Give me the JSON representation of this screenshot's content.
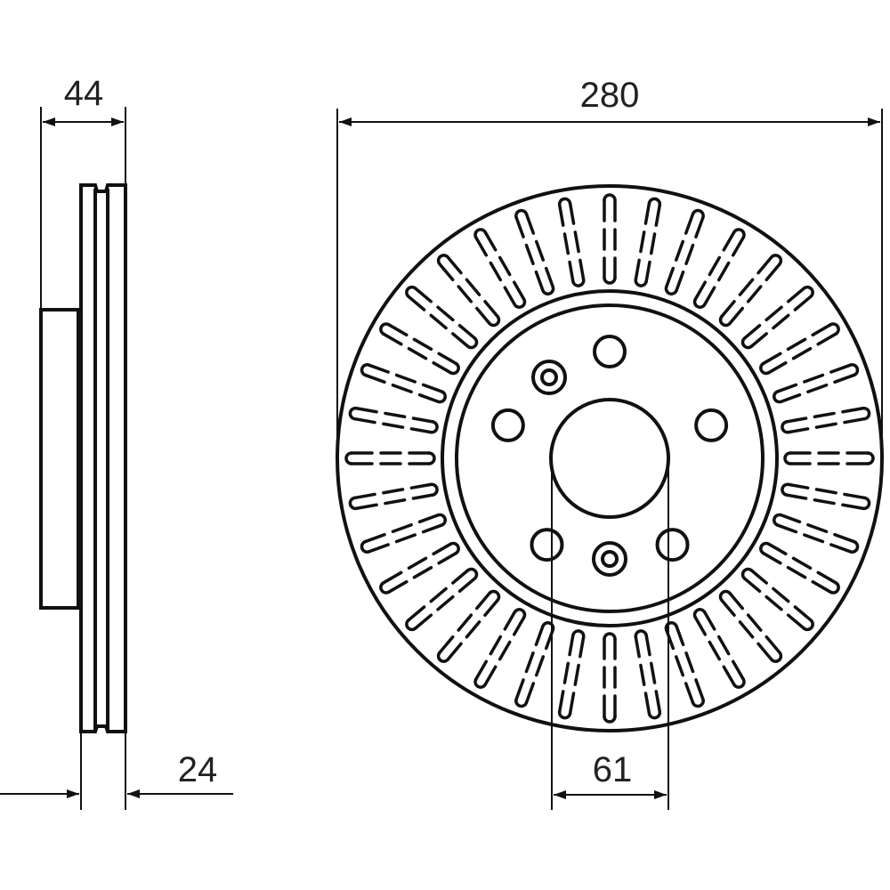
{
  "dimensions": {
    "hub_height": "44",
    "outer_diameter": "280",
    "thickness": "24",
    "center_bore": "61"
  },
  "disc": {
    "vent_slot_count": 36,
    "bolt_hole_count": 5,
    "locator_hole_count": 2
  },
  "colors": {
    "line": "#111111",
    "background": "#ffffff"
  }
}
